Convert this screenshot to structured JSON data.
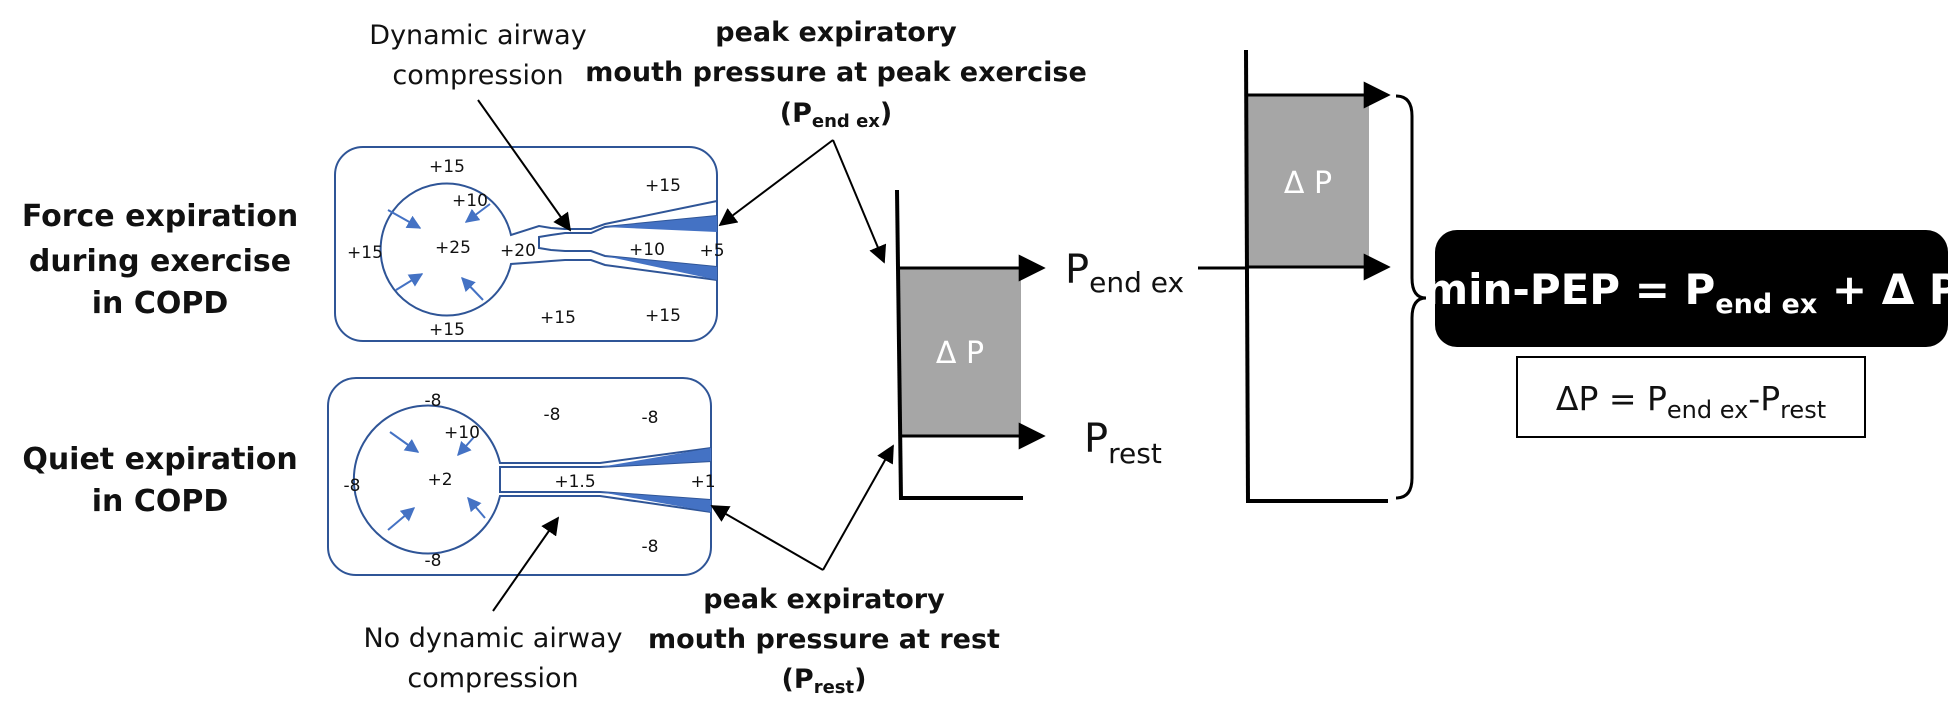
{
  "rows": {
    "force_l1": "Force expiration",
    "force_l2": "during exercise",
    "force_l3": "in COPD",
    "quiet_l1": "Quiet expiration",
    "quiet_l2": "in COPD"
  },
  "captions": {
    "dynamic_l1": "Dynamic airway",
    "dynamic_l2": "compression",
    "nodynamic_l1": "No dynamic airway",
    "nodynamic_l2": "compression",
    "peak_ex_l1": "peak expiratory",
    "peak_ex_l2": "mouth pressure at peak exercise",
    "peak_ex_p": "(P",
    "peak_ex_sub": "end ex",
    "peak_ex_close": ")",
    "peak_rest_l1": "peak expiratory",
    "peak_rest_l2": "mouth pressure at rest",
    "peak_rest_p": "(P",
    "peak_rest_sub": "rest",
    "peak_rest_close": ")"
  },
  "top_model": {
    "alv_top": "+15",
    "alv_upper_right": "+10",
    "alv_left": "+15",
    "alv_center": "+25",
    "neck": "+20",
    "pleural_top_right": "+15",
    "airway_mid": "+10",
    "mouth": "+5",
    "bottom_left": "+15",
    "bottom_mid": "+15",
    "bottom_right": "+15"
  },
  "bottom_model": {
    "alv_top": "-8",
    "alv_upper_right": "+10",
    "alv_left": "-8",
    "alv_center": "+2",
    "top_mid": "-8",
    "top_right": "-8",
    "airway_mid": "+1.5",
    "mouth": "+1",
    "bottom_left": "-8",
    "bottom_right": "-8"
  },
  "chart1": {
    "delta": "Δ P",
    "p_end_main": "P",
    "p_end_sub": "end ex",
    "p_rest_main": "P",
    "p_rest_sub": "rest"
  },
  "chart2": {
    "delta": "Δ P"
  },
  "formula": {
    "left": "min-PEP = P",
    "sub": "end ex",
    "right": " + Δ P"
  },
  "dp_def": {
    "lhs": "ΔP = P",
    "sub1": "end ex",
    "mid": "-P",
    "sub2": "rest"
  },
  "colors": {
    "model_stroke": "#2f5597",
    "model_fill": "#4472c4",
    "gray": "#a6a6a6",
    "black": "#000000"
  }
}
